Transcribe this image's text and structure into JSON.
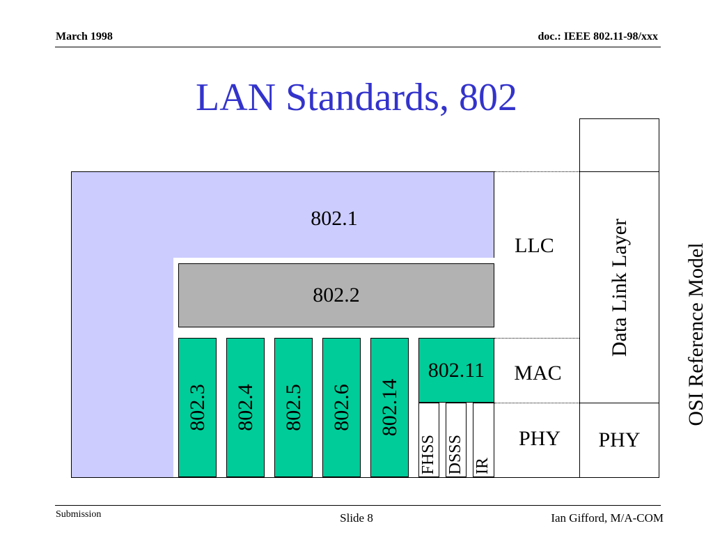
{
  "header": {
    "date": "March 1998",
    "doc": "doc.: IEEE 802.11-98/xxx"
  },
  "title": "LAN Standards, 802",
  "diagram": {
    "bridging": "802.1",
    "llc_std": "802.2",
    "mac_standards": [
      "802.3",
      "802.4",
      "802.5",
      "802.6",
      "802.14"
    ],
    "wireless": "802.11",
    "phy_options": [
      "FHSS",
      "DSSS",
      "IR"
    ],
    "ieee_layers": {
      "llc": "LLC",
      "mac": "MAC",
      "phy": "PHY"
    },
    "osi_layers": {
      "data_link": "Data Link Layer",
      "phy": "PHY"
    },
    "osi_label": "OSI Reference Model",
    "colors": {
      "bridging": "#ccccff",
      "llc_std": "#b2b2b2",
      "mac": "#00cc99"
    }
  },
  "footer": {
    "left": "Submission",
    "center": "Slide 8",
    "right": "Ian Gifford, M/A-COM"
  }
}
